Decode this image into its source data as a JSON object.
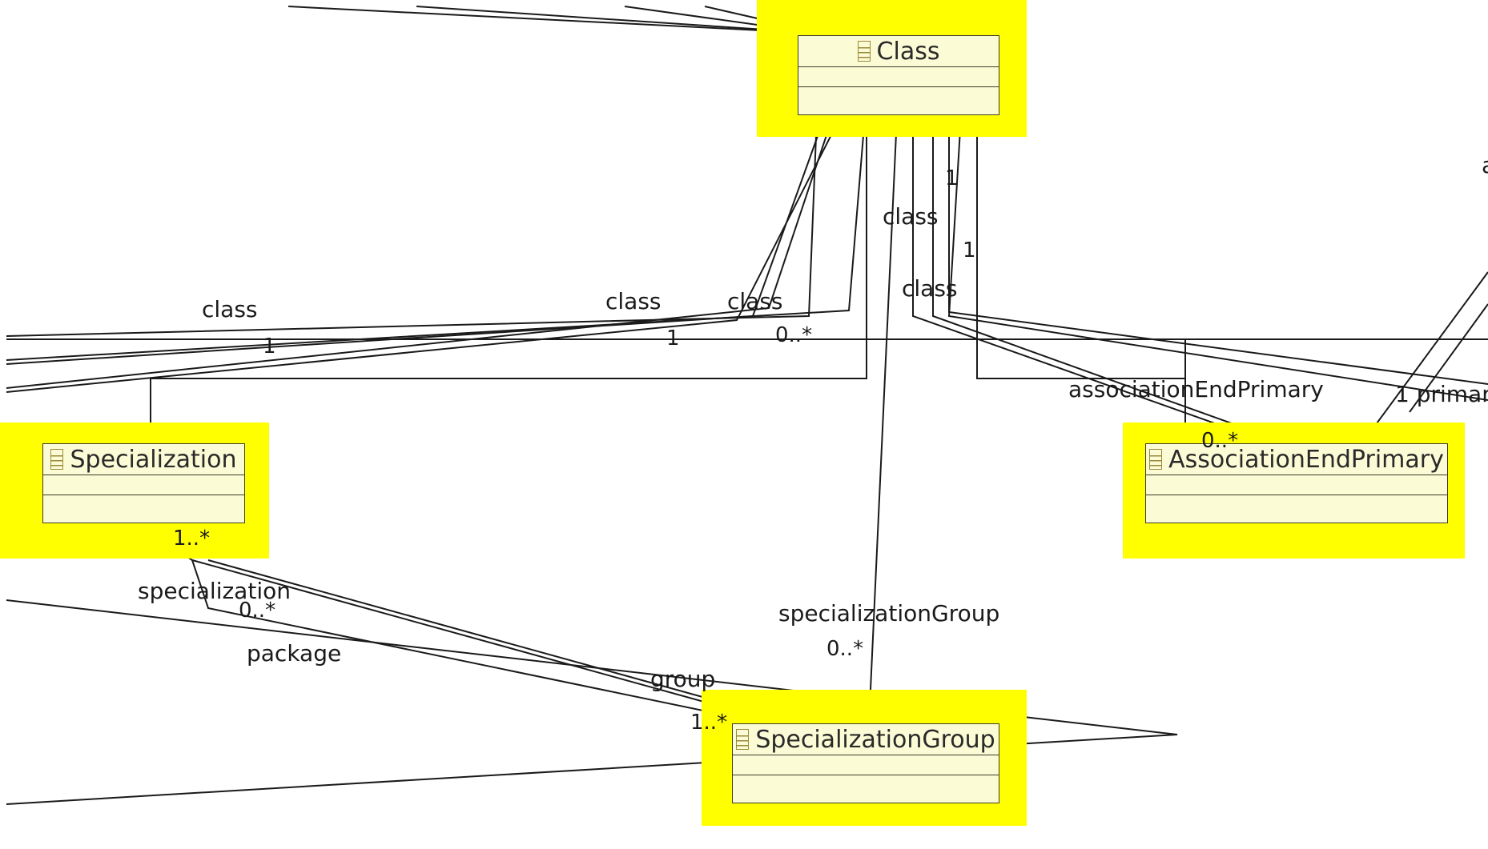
{
  "classes": {
    "class": {
      "name": "Class"
    },
    "specialization": {
      "name": "Specialization"
    },
    "association_end_primary": {
      "name": "AssociationEndPrimary"
    },
    "specialization_group": {
      "name": "SpecializationGroup"
    }
  },
  "labels": {
    "class_left": "class",
    "class_mid1": "class",
    "class_mid2": "class",
    "class_upper": "class",
    "class_lower": "class",
    "one_left": "1",
    "one_mid": "1",
    "zero_many_mid": "0..*",
    "one_upper1": "1",
    "one_upper2": "1",
    "association_end_primary_role": "associationEndPrimary",
    "one_primary": "1 primar",
    "zero_many_aep": "0..*",
    "right_edge_a": "a",
    "one_many_spec": "1..*",
    "specialization_role": "specialization",
    "zero_many_spec": "0..*",
    "package_role": "package",
    "group_role": "group",
    "one_many_group": "1..*",
    "specialization_group_role": "specializationGroup",
    "zero_many_sg": "0..*"
  },
  "colors": {
    "highlight": "#ffff00",
    "class_fill": "#fbfbd6",
    "class_border": "#3b3b2a",
    "line": "#1a1a1a",
    "icon": "#9b8a3a"
  }
}
